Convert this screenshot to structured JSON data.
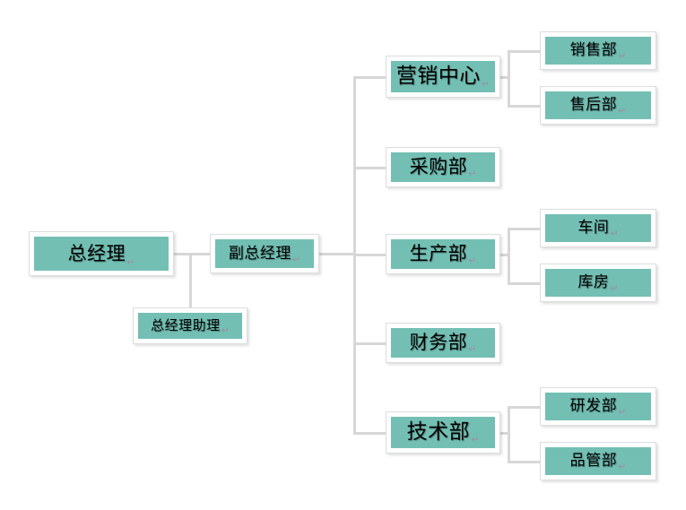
{
  "chart_data": {
    "type": "diagram",
    "title": "",
    "diagram_kind": "organizational-chart",
    "orientation": "left-to-right",
    "colors": {
      "node_fill": "#73bfb4",
      "node_border": "#dddddd",
      "connector": "#d7d7d7",
      "text": "#000000",
      "background": "#ffffff",
      "paragraph_mark": "#9b8fa6"
    },
    "nodes": [
      {
        "id": "gm",
        "label": "总经理",
        "level": 0
      },
      {
        "id": "deputy",
        "label": "副总经理",
        "level": 1
      },
      {
        "id": "assistant",
        "label": "总经理助理",
        "level": 1
      },
      {
        "id": "marketing",
        "label": "营销中心",
        "level": 2
      },
      {
        "id": "purchase",
        "label": "采购部",
        "level": 2
      },
      {
        "id": "production",
        "label": "生产部",
        "level": 2
      },
      {
        "id": "finance",
        "label": "财务部",
        "level": 2
      },
      {
        "id": "tech",
        "label": "技术部",
        "level": 2
      },
      {
        "id": "sales",
        "label": "销售部",
        "level": 3
      },
      {
        "id": "aftersale",
        "label": "售后部",
        "level": 3
      },
      {
        "id": "workshop",
        "label": "车间",
        "level": 3
      },
      {
        "id": "warehouse",
        "label": "库房",
        "level": 3
      },
      {
        "id": "rnd",
        "label": "研发部",
        "level": 3
      },
      {
        "id": "qa",
        "label": "品管部",
        "level": 3
      }
    ],
    "edges": [
      {
        "from": "gm",
        "to": "deputy"
      },
      {
        "from": "gm",
        "to": "assistant"
      },
      {
        "from": "deputy",
        "to": "marketing"
      },
      {
        "from": "deputy",
        "to": "purchase"
      },
      {
        "from": "deputy",
        "to": "production"
      },
      {
        "from": "deputy",
        "to": "finance"
      },
      {
        "from": "deputy",
        "to": "tech"
      },
      {
        "from": "marketing",
        "to": "sales"
      },
      {
        "from": "marketing",
        "to": "aftersale"
      },
      {
        "from": "production",
        "to": "workshop"
      },
      {
        "from": "production",
        "to": "warehouse"
      },
      {
        "from": "tech",
        "to": "rnd"
      },
      {
        "from": "tech",
        "to": "qa"
      }
    ]
  },
  "nodes": {
    "gm": {
      "label": "总经理",
      "mark": "↵"
    },
    "deputy": {
      "label": "副总经理",
      "mark": "↵"
    },
    "assistant": {
      "label": "总经理助理",
      "mark": "↵"
    },
    "marketing": {
      "label": "营销中心",
      "mark": "↵"
    },
    "purchase": {
      "label": "采购部",
      "mark": "↵"
    },
    "production": {
      "label": "生产部",
      "mark": "↵"
    },
    "finance": {
      "label": "财务部",
      "mark": "↵"
    },
    "tech": {
      "label": "技术部",
      "mark": "↵"
    },
    "sales": {
      "label": "销售部",
      "mark": "↵"
    },
    "aftersale": {
      "label": "售后部",
      "mark": "↵"
    },
    "workshop": {
      "label": "车间",
      "mark": "↵"
    },
    "warehouse": {
      "label": "库房",
      "mark": "↵"
    },
    "rnd": {
      "label": "研发部",
      "mark": "↵"
    },
    "qa": {
      "label": "品管部",
      "mark": "↵"
    }
  }
}
